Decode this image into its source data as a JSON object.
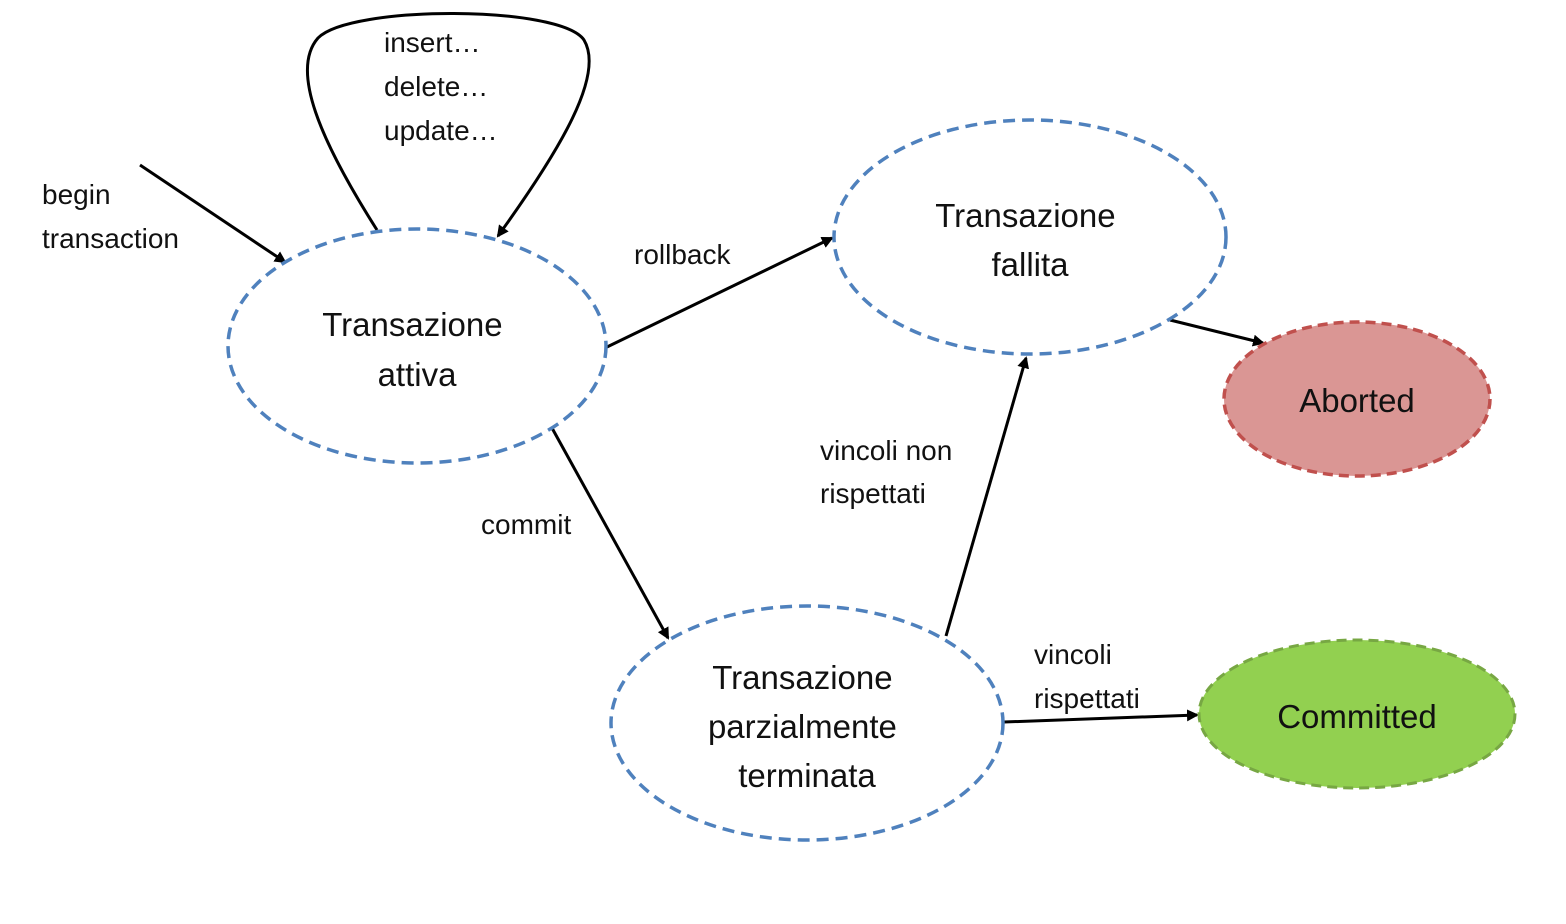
{
  "nodes": {
    "active": {
      "lines": [
        "Transazione",
        "attiva"
      ],
      "fill": "#ffffff",
      "stroke": "#4f81bd"
    },
    "failed": {
      "lines": [
        "Transazione",
        "fallita"
      ],
      "fill": "#ffffff",
      "stroke": "#4f81bd"
    },
    "partial": {
      "lines": [
        "Transazione",
        "parzialmente",
        "terminata"
      ],
      "fill": "#ffffff",
      "stroke": "#4f81bd"
    },
    "aborted": {
      "lines": [
        "Aborted"
      ],
      "fill": "#da9694",
      "stroke": "#c0504d"
    },
    "committed": {
      "lines": [
        "Committed"
      ],
      "fill": "#92d050",
      "stroke": "#77a743"
    }
  },
  "edges": {
    "begin": {
      "lines": [
        "begin",
        "transaction"
      ]
    },
    "self_loop": {
      "lines": [
        "insert…",
        "delete…",
        "update…"
      ]
    },
    "rollback": {
      "lines": [
        "rollback"
      ]
    },
    "commit": {
      "lines": [
        "commit"
      ]
    },
    "violated": {
      "lines": [
        "vincoli non",
        "rispettati"
      ]
    },
    "respected": {
      "lines": [
        "vincoli",
        "rispettati"
      ]
    },
    "fail_to_abort": {
      "lines": []
    }
  }
}
